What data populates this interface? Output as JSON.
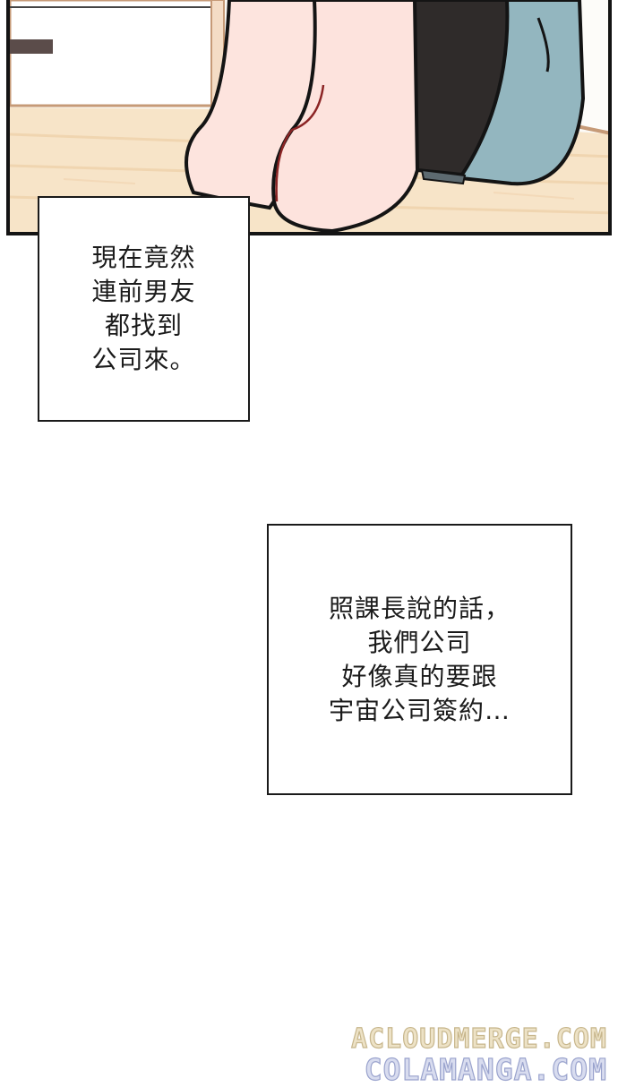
{
  "comic": {
    "panel_scene": "illustration",
    "caption_1": {
      "lines": [
        "現在竟然",
        "連前男友",
        "都找到",
        "公司來。"
      ]
    },
    "caption_2": {
      "lines": [
        "照課長說的話，",
        "我們公司",
        "好像真的要跟",
        "宇宙公司簽約…"
      ]
    }
  },
  "watermarks": {
    "top": "ACLOUDMERGE.COM",
    "bottom": "COLAMANGA.COM"
  },
  "colors": {
    "floor": "#f6e3c8",
    "skin": "#fde3de",
    "pants_dark": "#2d2a29",
    "jeans": "#8fb3bc",
    "border": "#141414"
  }
}
